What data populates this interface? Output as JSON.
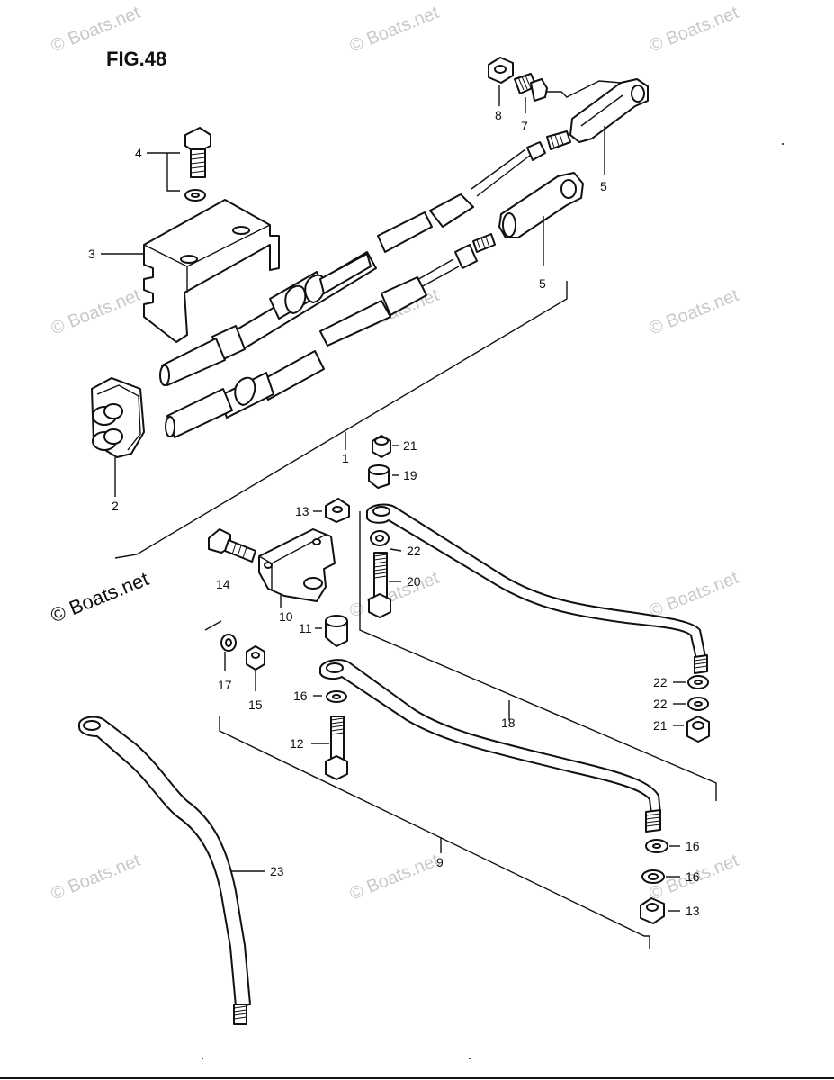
{
  "figure_title": "FIG.48",
  "watermark": "© Boats.net",
  "watermark_main": "© Boats.net",
  "callouts": {
    "c1": "1",
    "c2": "2",
    "c3": "3",
    "c4": "4",
    "c5a": "5",
    "c5b": "5",
    "c7": "7",
    "c8": "8",
    "c9": "9",
    "c10": "10",
    "c11": "11",
    "c12": "12",
    "c13a": "13",
    "c13b": "13",
    "c14": "14",
    "c15": "15",
    "c16a": "16",
    "c16b": "16",
    "c16c": "16",
    "c17": "17",
    "c18": "18",
    "c19": "19",
    "c20": "20",
    "c21a": "21",
    "c21b": "21",
    "c22a": "22",
    "c22b": "22",
    "c22c": "22",
    "c23": "23"
  }
}
